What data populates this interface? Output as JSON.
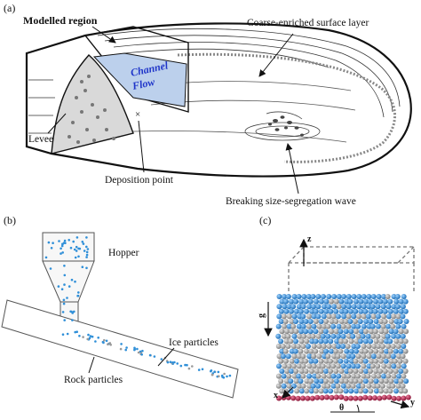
{
  "panel_a": {
    "label": "(a)",
    "modelled_region": "Modelled region",
    "coarse_layer": "Coarse-enriched surface layer",
    "channel_line1": "Channel",
    "channel_line2": "Flow",
    "levee": "Levee",
    "deposition_point": "Deposition point",
    "breaking_wave": "Breaking size-segregation wave"
  },
  "panel_b": {
    "label": "(b)",
    "hopper": "Hopper",
    "ice_particles": "Ice particles",
    "rock_particles": "Rock particles"
  },
  "panel_c": {
    "label": "(c)",
    "axis_z": "z",
    "axis_y": "y",
    "axis_x": "x",
    "gravity": "g",
    "angle": "θ"
  },
  "colors": {
    "ink": "#111111",
    "channel_fill": "#bcd0ec",
    "flow_text": "#1f35c9",
    "ice_blue": "#2f8fd8",
    "rock_grey": "#9a9a9a",
    "base_red": "#b8204a"
  }
}
